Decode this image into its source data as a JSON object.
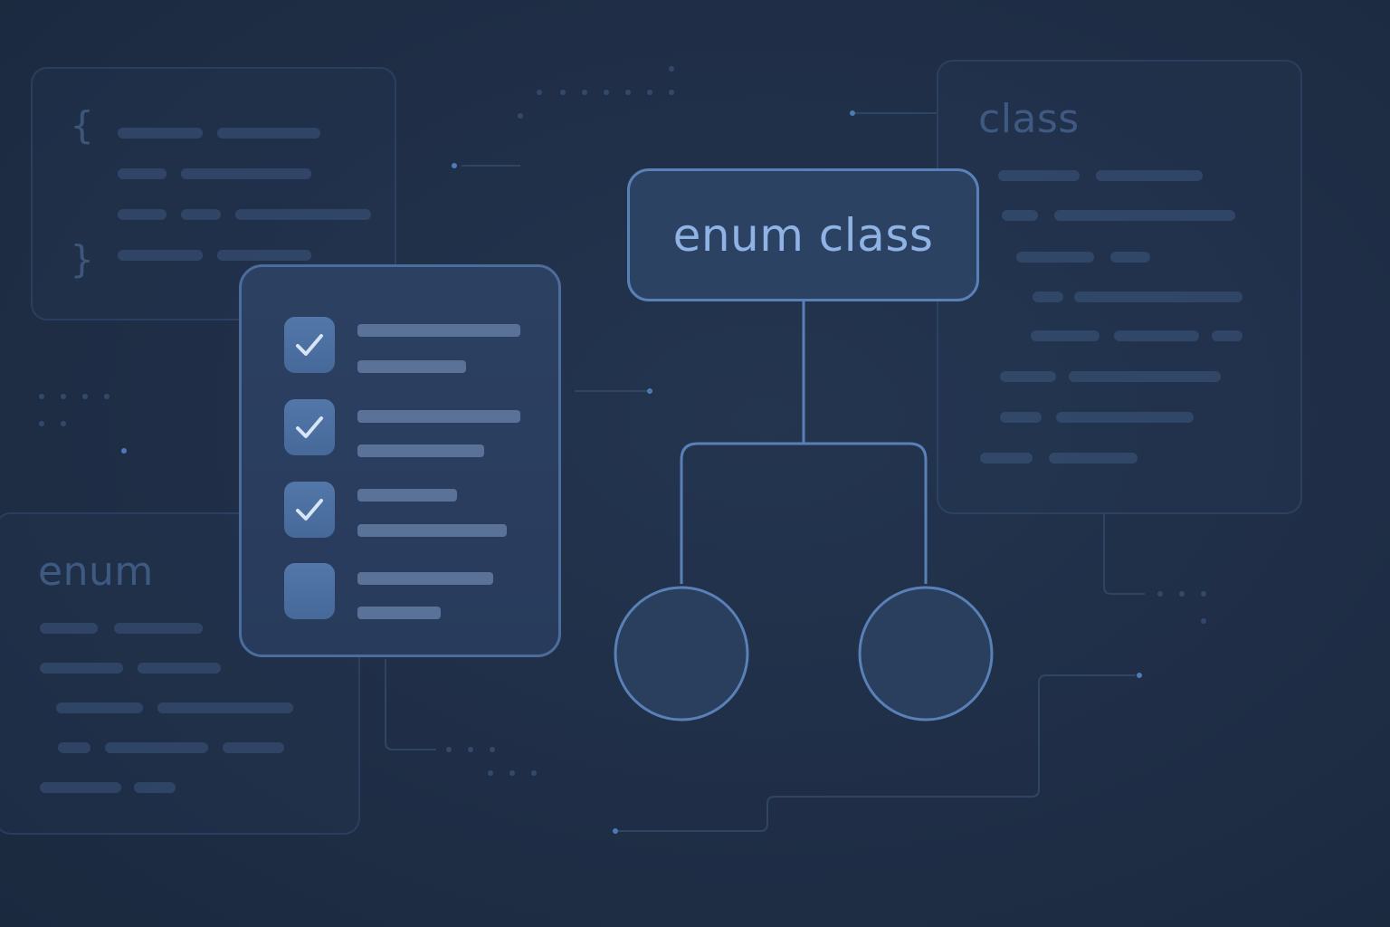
{
  "diagram": {
    "root_label": "enum class",
    "left_card_label": "enum",
    "right_card_label": "class",
    "code_card_open_brace": "{",
    "code_card_close_brace": "}"
  },
  "checklist": {
    "items": [
      {
        "checked": true
      },
      {
        "checked": true
      },
      {
        "checked": true
      },
      {
        "checked": false
      }
    ]
  },
  "colors": {
    "background": "#1f2e46",
    "accent": "#5a81b7",
    "label_text": "#8fb3e4",
    "checkbox": "#4f73a4"
  }
}
